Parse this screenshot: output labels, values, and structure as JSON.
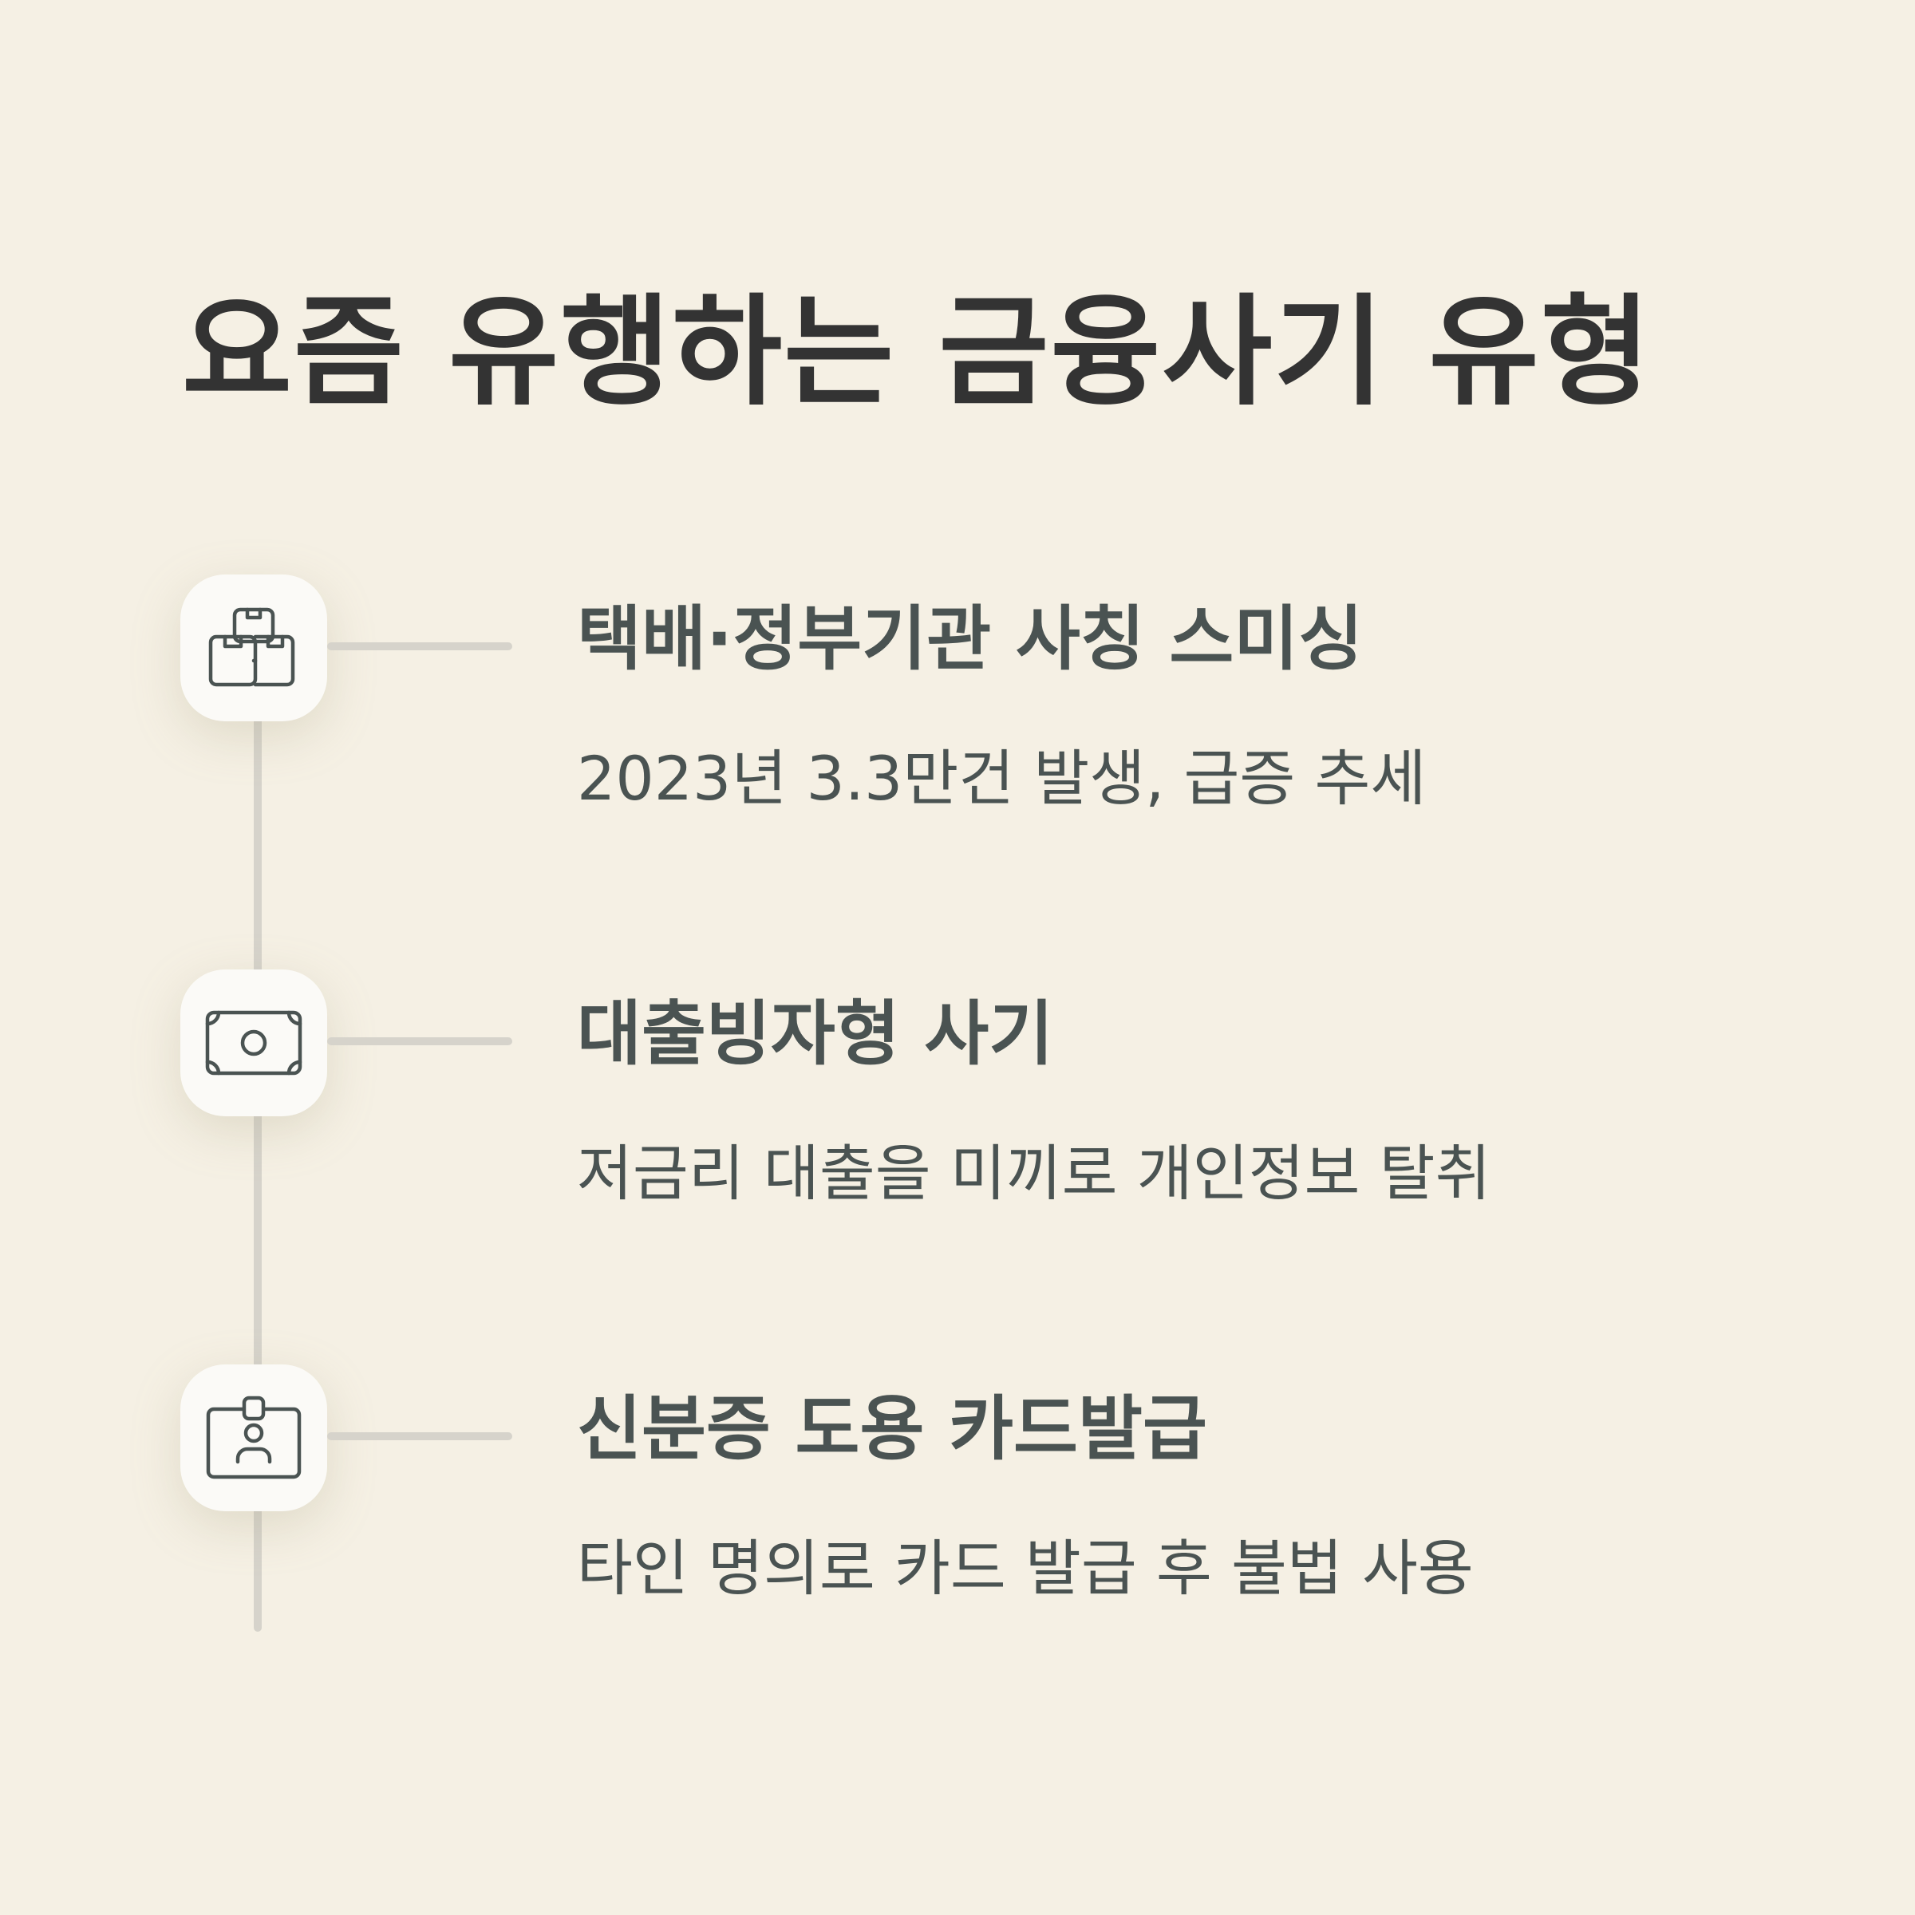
{
  "title": "요즘 유행하는 금융사기 유형",
  "items": [
    {
      "icon": "package-boxes-icon",
      "title": "택배·정부기관 사칭 스미싱",
      "description": "2023년 3.3만건 발생, 급증 추세"
    },
    {
      "icon": "banknote-icon",
      "title": "대출빙자형 사기",
      "description": "저금리 대출을 미끼로 개인정보 탈취"
    },
    {
      "icon": "id-card-icon",
      "title": "신분증 도용 카드발급",
      "description": "타인 명의로 카드 발급 후 불법 사용"
    }
  ],
  "colors": {
    "background": "#f5f0e4",
    "title_text": "#333333",
    "item_text": "#4a5352",
    "timeline": "#d6d3cb",
    "icon_box": "#fbfaf7"
  }
}
